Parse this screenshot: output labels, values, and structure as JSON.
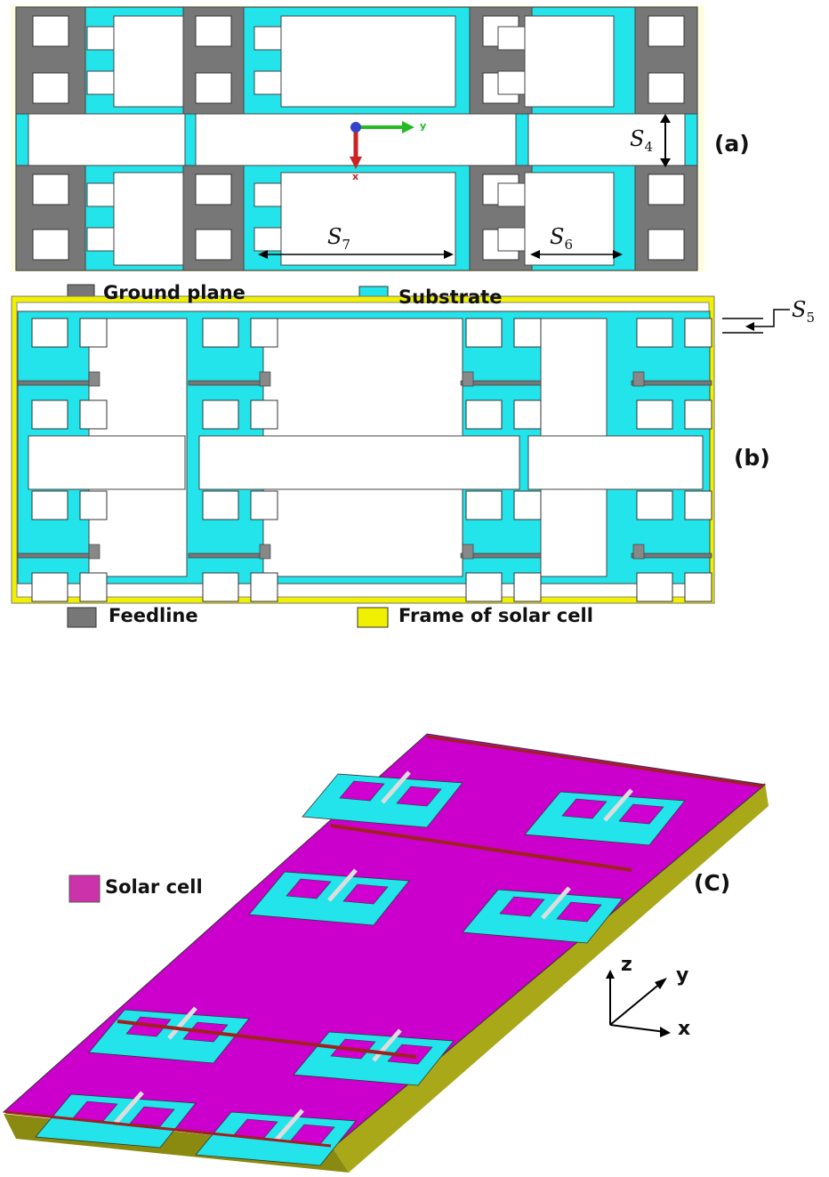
{
  "labels": {
    "panel_a": "(a)",
    "panel_b": "(b)",
    "panel_c": "(C)",
    "s4_sym": "S",
    "s4_sub": "4",
    "s5_sym": "S",
    "s5_sub": "5",
    "s6_sym": "S",
    "s6_sub": "6",
    "s7_sym": "S",
    "s7_sub": "7",
    "axis_a_y": "y",
    "axis_a_x": "x",
    "axis_c_z": "z",
    "axis_c_y": "y",
    "axis_c_x": "x"
  },
  "legends": {
    "ground_plane": "Ground plane",
    "substrate": "Substrate",
    "feedline": "Feedline",
    "frame": "Frame of solar cell",
    "solar_cell": "Solar cell"
  },
  "colors": {
    "ground": "#777777",
    "substrate": "#22e4ea",
    "frame": "#f0f000",
    "solar": "#d000d0",
    "base": "#9a9a10",
    "slot": "#ffffff",
    "feed_red": "#a02020",
    "axis_green": "#22bb22",
    "axis_red": "#cc2222",
    "axis_blue": "#3344cc"
  }
}
